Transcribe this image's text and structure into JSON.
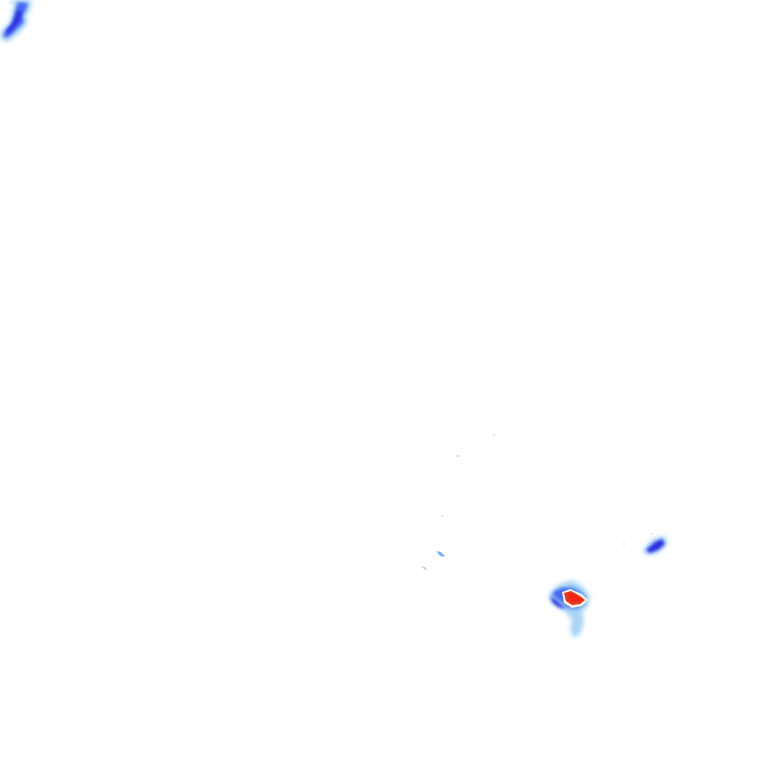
{
  "map": {
    "kind": "precipitation-radar-overlay",
    "background": "#ffffff",
    "palette": {
      "light": "#a8d4f6",
      "light_mid": "#7fb6f0",
      "medium": "#4a68f0",
      "strong": "#2a2ee0",
      "core_edge": "#f4f2e6",
      "core": "#e8351f",
      "core_hot": "#f02616"
    },
    "echoes": [
      {
        "id": "echo-northwest",
        "intensity": "moderate"
      },
      {
        "id": "echo-east",
        "intensity": "moderate"
      },
      {
        "id": "echo-south-cell",
        "intensity": "heavy"
      },
      {
        "id": "echo-light-fragments",
        "intensity": "light"
      }
    ]
  }
}
